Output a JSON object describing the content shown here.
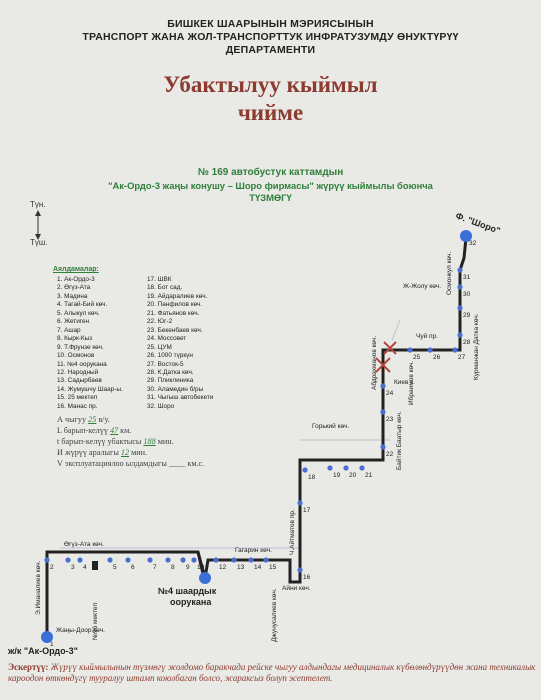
{
  "header": {
    "line1": "БИШКЕК ШААРЫНЫН  МЭРИЯСЫНЫН",
    "line2": "ТРАНСПОРТ ЖАНА ЖОЛ-ТРАНСПОРТТУК ИНФРАТУЗУМДУ ӨНУКТҮРҮҮ",
    "line3": "ДЕПАРТАМЕНТИ"
  },
  "title": {
    "line1": "Убактылуу кыймыл",
    "line2": "чийме"
  },
  "route": {
    "line1": "№ 169  автобустук каттамдын",
    "line2": "\"Ак-Ордо-3 жаңы конушу  – Шоро фирмасы\" жүрүү кыймылы боюнча",
    "line3": "ТҮЗМӨГҮ"
  },
  "compass": {
    "north": "Түн.",
    "south": "Түш."
  },
  "stops_title": "Аялдамалар:",
  "stops": [
    "1. Ак-Ордо-3",
    "2. Өгүз-Ата",
    "3. Мадина",
    "4. Тагай-Бий көч.",
    "5. Алыкул көч.",
    "6. Жетиген",
    "7. Ашар",
    "8. Кырк-Кыз",
    "9. Т.Фрунзе көч.",
    "10. Осмонов",
    "11. №4 оорукана",
    "12. Народный",
    "13. Садырбаев",
    "14. Жумушчу Шаар-ы.",
    "15. 25 мектеп",
    "16. Манас пр.",
    "17. ШВК",
    "18. Бот сад.",
    "19. Айдаралиев көч.",
    "20. Панфилов көч.",
    "21. Фатьянов көч.",
    "22. Юг-2",
    "23. Бекенбаев көч.",
    "24. Моссовет",
    "25. ЦУМ",
    "26. 1000 түркүн",
    "27. Восток-5",
    "28. К.Датка көч.",
    "29. Пликлиника",
    "30. Аламедин б/ры",
    "31. Чыгыш автобекети",
    "32. Шоро"
  ],
  "stats": {
    "a_label": "А чыгуу",
    "a_val": "25",
    "a_unit": "в/у.",
    "l_label": "L барып-келүү",
    "l_val": "47",
    "l_unit": "км.",
    "t_label": "t барып-келүү убактысы",
    "t_val": "188",
    "t_unit": "мин.",
    "i_label": "И жүрүү аралыгы",
    "i_val": "12",
    "i_unit": "мин.",
    "v_label": "V эксплуатациялоо ылдамдыгы",
    "v_val": "____",
    "v_unit": "км.с."
  },
  "map": {
    "start_label": "ж/к \"Ак-Ордо-3\"",
    "end_label": "Ф. \"Шоро\"",
    "hospital_line1": "№4 шаардык",
    "hospital_line2": "оорукана",
    "streets": {
      "imanaliev": "Э.Иманалиев көч.",
      "oguz": "Өгүз-Ата көч.",
      "jany_door": "Жаңы-Доор көч.",
      "school96": "№96 мектеп",
      "gagarin": "Гагарин көч.",
      "dzhunusaliev": "Джунусалиев көч.",
      "aini": "Айни көч.",
      "aitmatov": "Ч.Айтматов пр.",
      "gorky": "Горький көч.",
      "baitik": "Байтик Баатыр көч.",
      "abdrakhmanov": "Абдрахманов көч.",
      "kiev": "Киев к.",
      "ibraimov": "Ибраимов көч.",
      "chuy": "Чуй пр.",
      "zhzholu": "Ж-Жолу көч.",
      "osmonkul": "Осмонкул көч.",
      "kurmanjan": "Курманжан Датка көч."
    }
  },
  "note": {
    "label": "Эскертүү:",
    "text": "Жүрүү кыймылынын түзмөгү жолдомо баракчада рейске чыгуу алдындагы медициналык күбөлөндүрүүдөн жана техникалык кароодон өткөндүгү тууралуу штамп коюлбаган болсо, жараксыз болуп эсептелет."
  }
}
